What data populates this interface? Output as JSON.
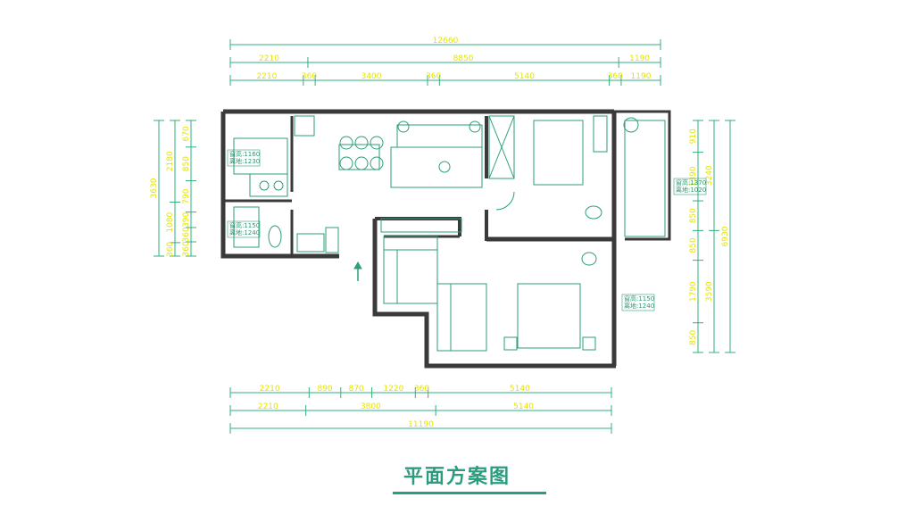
{
  "title": "平面方案图",
  "colors": {
    "wall": "#3a3a3a",
    "furniture": "#2e9e7c",
    "dimension_line": "#2fb07e",
    "dimension_text": "#e4e400",
    "title": "#2a9c80"
  },
  "dimensions": {
    "top": {
      "overall": "12660",
      "row2": [
        "2210",
        "8850",
        "1190"
      ],
      "row3": [
        "2210",
        "360",
        "3400",
        "360",
        "5140",
        "360",
        "1190"
      ]
    },
    "bottom": {
      "row1": [
        "2210",
        "890",
        "870",
        "1220",
        "360",
        "5140"
      ],
      "row2": [
        "2210",
        "3800",
        "5140"
      ],
      "overall": "11190"
    },
    "left": {
      "overall": "3630",
      "row2": [
        "2180",
        "1080",
        "360"
      ],
      "row3": [
        "670",
        "850",
        "790",
        "390",
        "360",
        "360"
      ]
    },
    "right": {
      "overall": "6930",
      "row2": [
        "3240",
        "3590"
      ],
      "row3": [
        "910",
        "1390",
        "850",
        "850",
        "1790",
        "850"
      ]
    }
  },
  "window_tags": [
    {
      "height": "窗高:1160",
      "sill": "离地:1230"
    },
    {
      "height": "窗高:1150",
      "sill": "离地:1240"
    },
    {
      "height": "窗高:1370",
      "sill": "离地:1020"
    },
    {
      "height": "窗高:1150",
      "sill": "离地:1240"
    }
  ]
}
